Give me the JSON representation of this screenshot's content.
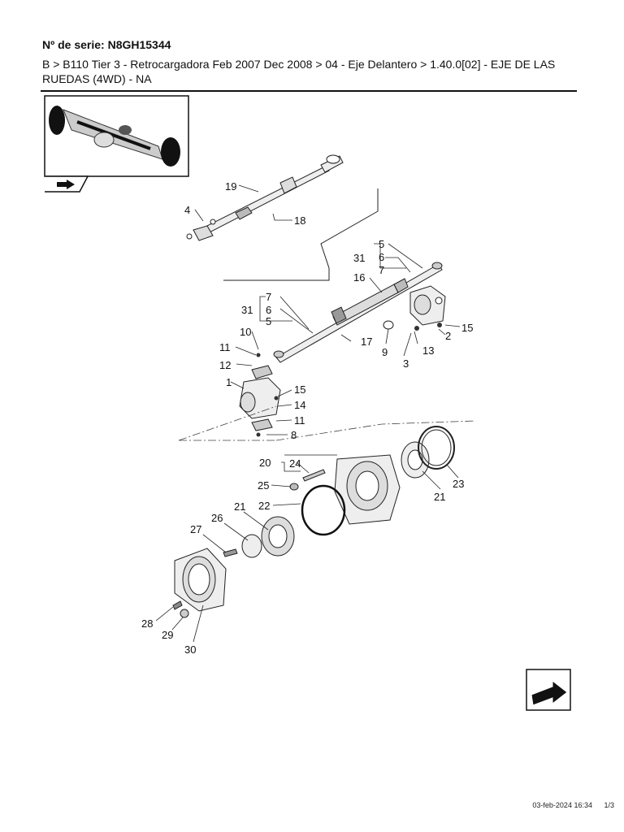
{
  "header": {
    "serial": "Nº de serie: N8GH15344",
    "breadcrumb": "B > B110 Tier 3 - Retrocargadora Feb 2007 Dec 2008 > 04 - Eje Delantero > 1.40.0[02] - EJE DE LAS RUEDAS (4WD) - NA"
  },
  "callouts": {
    "c1": "1",
    "c2": "2",
    "c3": "3",
    "c4": "4",
    "c5a": "5",
    "c5b": "5",
    "c6a": "6",
    "c6b": "6",
    "c7a": "7",
    "c7b": "7",
    "c8": "8",
    "c9": "9",
    "c10": "10",
    "c11a": "11",
    "c11b": "11",
    "c12": "12",
    "c13": "13",
    "c14": "14",
    "c15a": "15",
    "c15b": "15",
    "c16": "16",
    "c17": "17",
    "c18": "18",
    "c19": "19",
    "c20": "20",
    "c21a": "21",
    "c21b": "21",
    "c22": "22",
    "c23": "23",
    "c24": "24",
    "c25": "25",
    "c26": "26",
    "c27": "27",
    "c28": "28",
    "c29": "29",
    "c30": "30",
    "c31a": "31",
    "c31b": "31"
  },
  "footer": {
    "datetime": "03-feb-2024 16:34",
    "page": "1/3"
  }
}
